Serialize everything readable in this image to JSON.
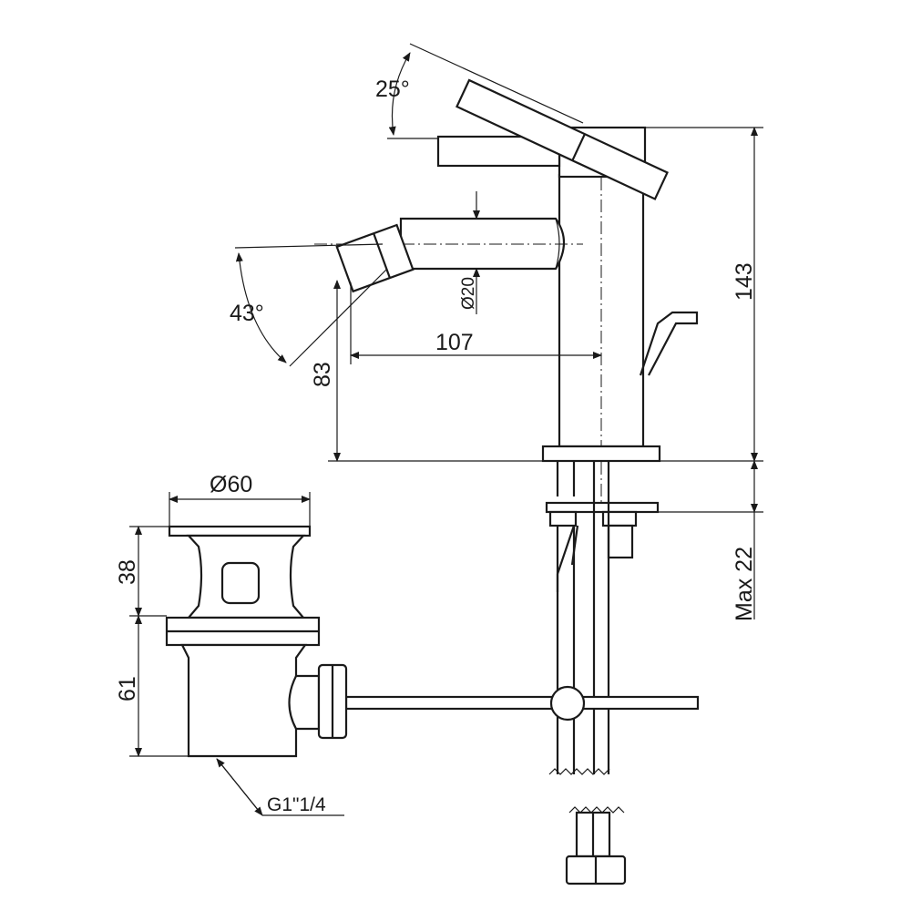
{
  "drawing": {
    "title": "Bidet mixer technical drawing",
    "dimensions": {
      "lever_angle": "25°",
      "total_height": "143",
      "nozzle_angle": "43°",
      "spout_diameter": "Ø20",
      "spout_reach": "107",
      "spout_height": "83",
      "drain_diameter": "Ø60",
      "drain_head_height": "38",
      "drain_body_height": "61",
      "drain_thread": "G1\"1/4",
      "max_deck_thickness": "Max 22"
    },
    "colors": {
      "line": "#1a1a1a",
      "background": "#ffffff"
    }
  }
}
